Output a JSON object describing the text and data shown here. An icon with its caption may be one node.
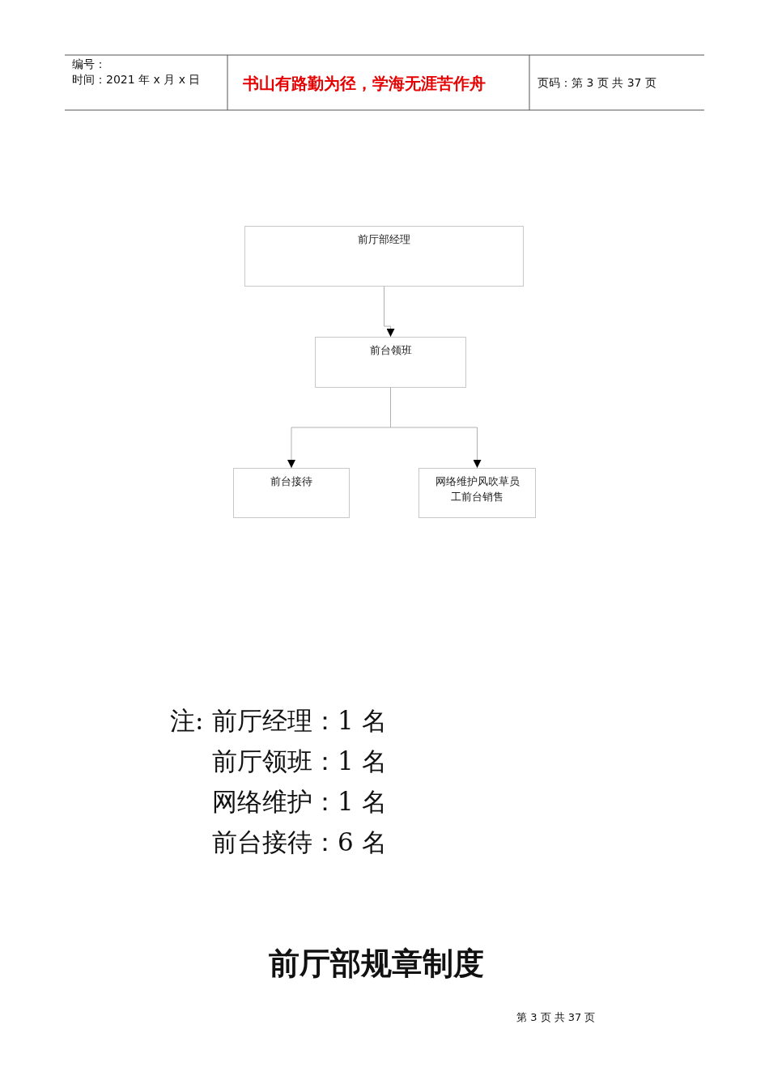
{
  "diagram": {
    "nodes": [
      {
        "text": [
          "前厅部经理"
        ]
      },
      {
        "text": [
          "前台领班"
        ]
      },
      {
        "text": [
          "前台接待"
        ]
      },
      {
        "text": [
          "网络维护风吹草员工前台销售"
        ]
      }
    ],
    "edges": [
      {
        "from": 0,
        "to": 1,
        "arrow": "to"
      },
      {
        "from": 1,
        "to": 2,
        "arrow": "to"
      },
      {
        "from": 1,
        "to": 3,
        "arrow": "to"
      }
    ],
    "labels": [
      "编号：",
      "时间：2021 年 x 月 x 日",
      "书山有路勤为径，学海无涯苦作舟",
      "页码：第 3 页  共 37 页",
      "注:",
      "前厅经理：1 名",
      "前厅领班：1 名",
      "网络维护：1 名",
      "前台接待：6 名",
      "前厅部规章制度",
      "第 3 页 共 37 页"
    ]
  }
}
